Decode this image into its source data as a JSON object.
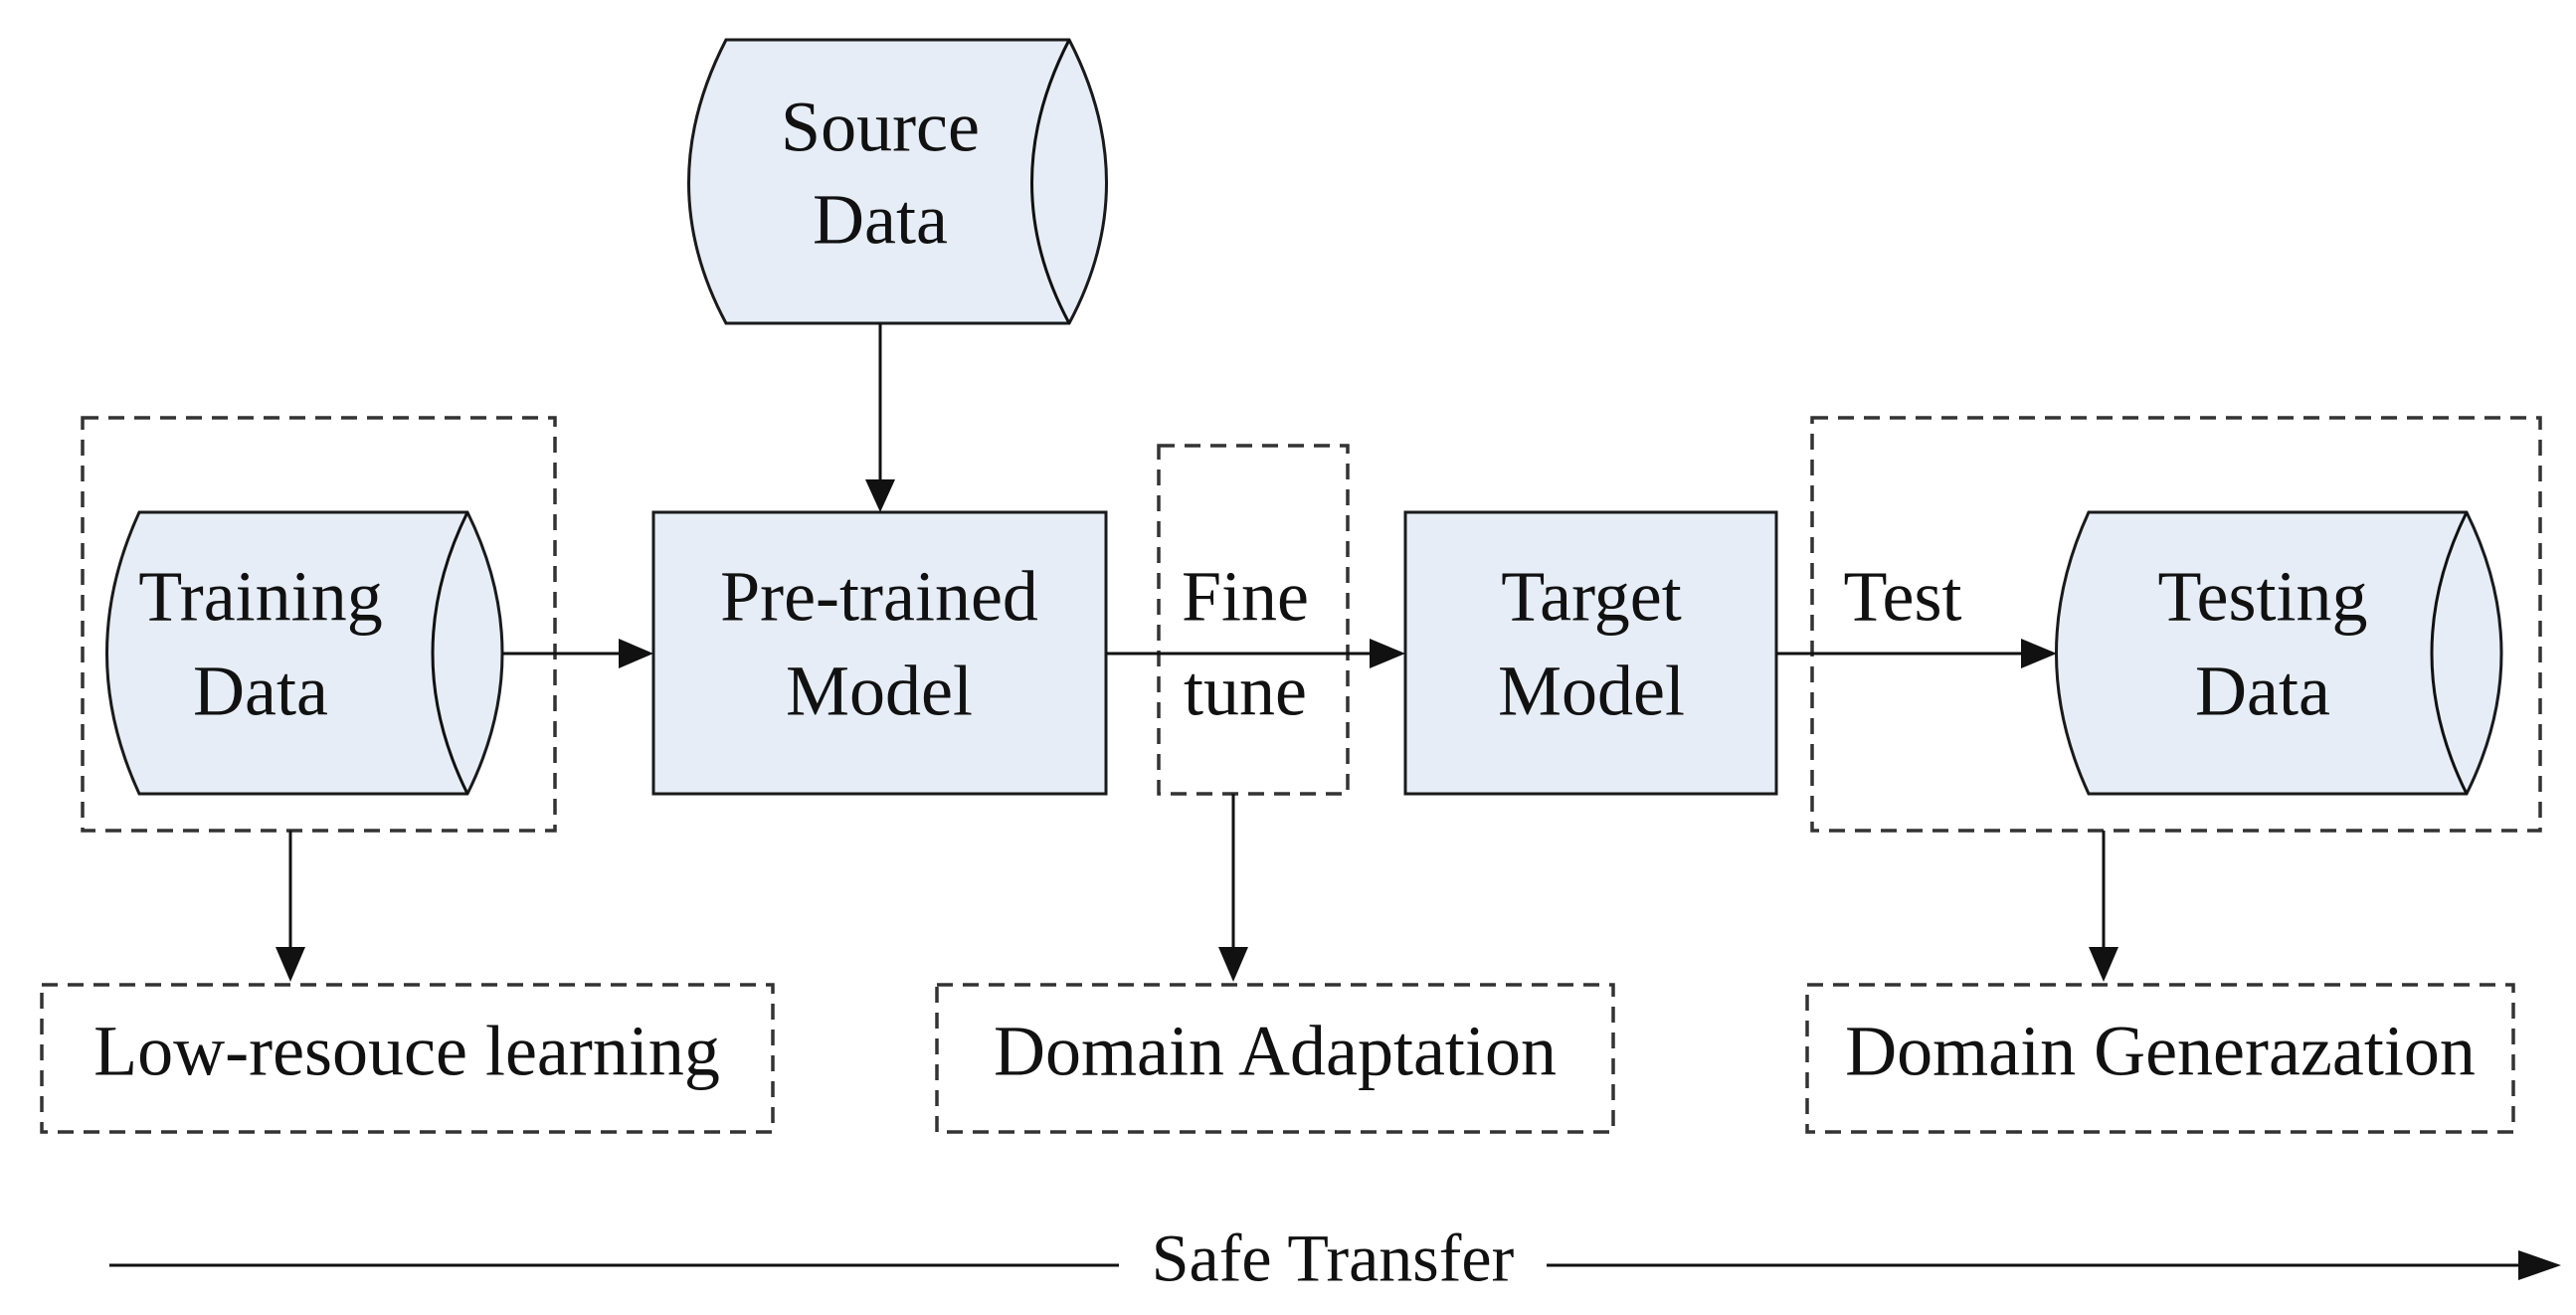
{
  "nodes": {
    "source_data": {
      "line1": "Source",
      "line2": "Data"
    },
    "training_data": {
      "line1": "Training",
      "line2": "Data"
    },
    "pretrained_model": {
      "line1": "Pre-trained",
      "line2": "Model"
    },
    "fine_tune": {
      "line1": "Fine",
      "line2": "tune"
    },
    "target_model": {
      "line1": "Target",
      "line2": "Model"
    },
    "testing_data": {
      "line1": "Testing",
      "line2": "Data"
    }
  },
  "edge_labels": {
    "test": "Test"
  },
  "categories": {
    "low_resource": "Low-resouce learning",
    "domain_adaptation": "Domain Adaptation",
    "domain_generalization": "Domain Generazation"
  },
  "footer": {
    "safe_transfer": "Safe Transfer"
  },
  "colors": {
    "node_fill": "#e6edf7",
    "stroke": "#1a1a1a",
    "text": "#111111"
  }
}
